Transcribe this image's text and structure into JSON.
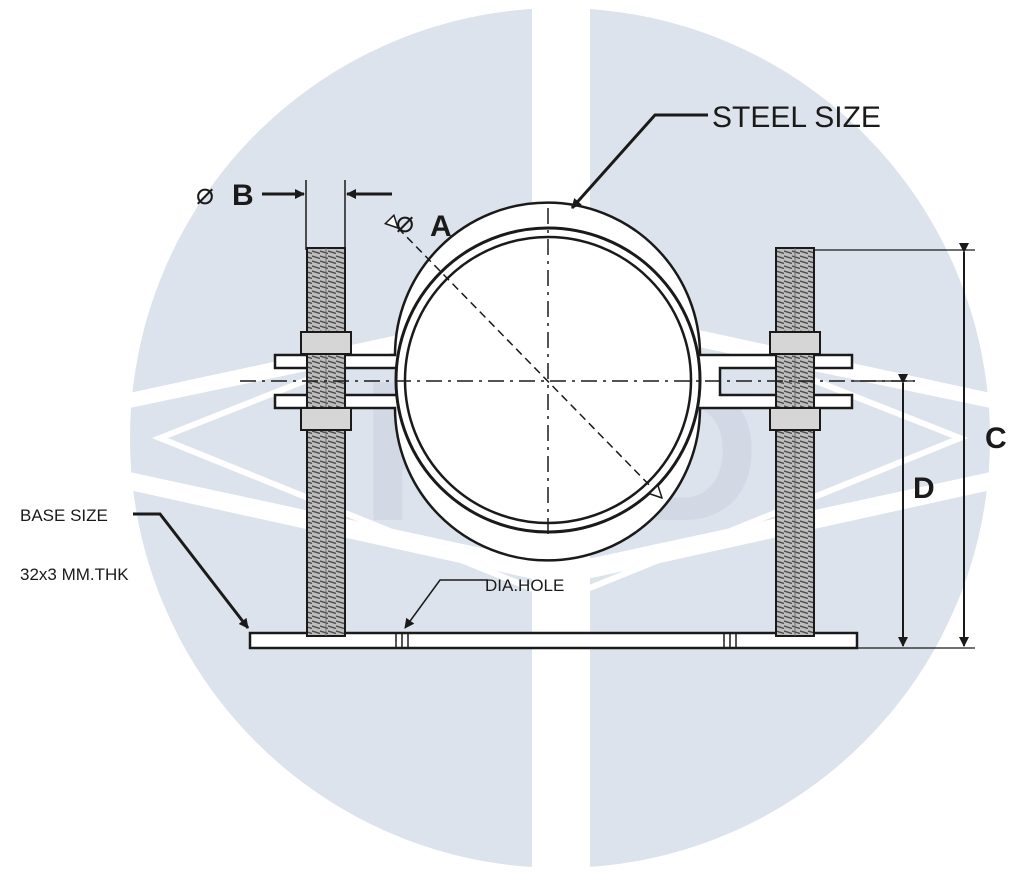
{
  "colors": {
    "watermark": "#dde3ec",
    "ink": "#1a1a1a",
    "background": "#ffffff"
  },
  "labels": {
    "steel_size": "STEEL  SIZE",
    "dim_a_symbol": "⌀",
    "dim_a_letter": "A",
    "dim_b_symbol": "⌀",
    "dim_b_letter": "B",
    "dim_c": "C",
    "dim_d": "D",
    "base_size": "BASE SIZE",
    "base_thickness": "32x3 MM.THK",
    "dia_hole": "DIA.HOLE"
  },
  "watermark": {
    "text": "FED"
  }
}
